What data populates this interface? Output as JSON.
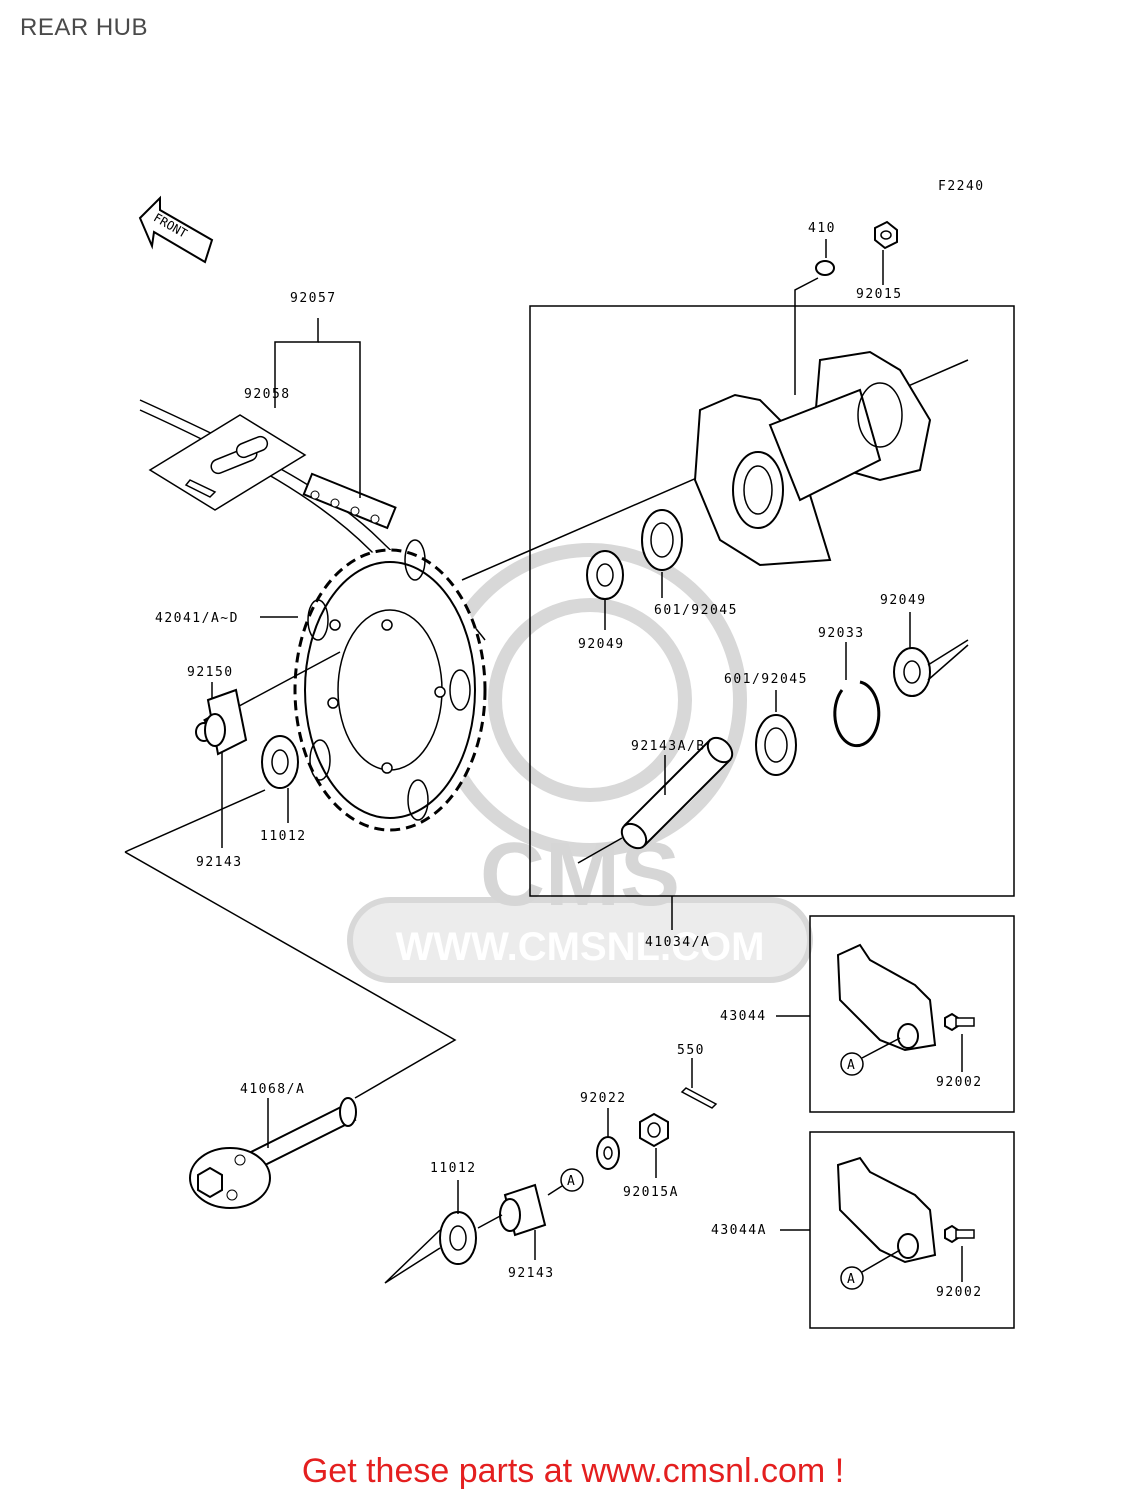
{
  "page": {
    "title": "REAR HUB",
    "figure_code": "F2240",
    "front_label": "FRONT"
  },
  "watermark": {
    "logo_text": "CMS",
    "site_text": "WWW.CMSNL.COM"
  },
  "parts": {
    "p410": "410",
    "p92015": "92015",
    "p92057": "92057",
    "p92058": "92058",
    "p42041": "42041/A~D",
    "p92150": "92150",
    "p11012a": "11012",
    "p92143a": "92143",
    "p92049a": "92049",
    "p601a": "601/92045",
    "p92049b": "92049",
    "p92033": "92033",
    "p601b": "601/92045",
    "p92143ab": "92143A/B",
    "p41034": "41034/A",
    "p43044": "43044",
    "p92002a": "92002",
    "p550": "550",
    "p92022": "92022",
    "p41068": "41068/A",
    "p11012b": "11012",
    "p92015a": "92015A",
    "p92143b": "92143",
    "p43044a": "43044A",
    "p92002b": "92002",
    "refA1": "A",
    "refA2": "A",
    "refA3": "A"
  },
  "footer": {
    "promo": "Get these parts at www.cmsnl.com !"
  }
}
